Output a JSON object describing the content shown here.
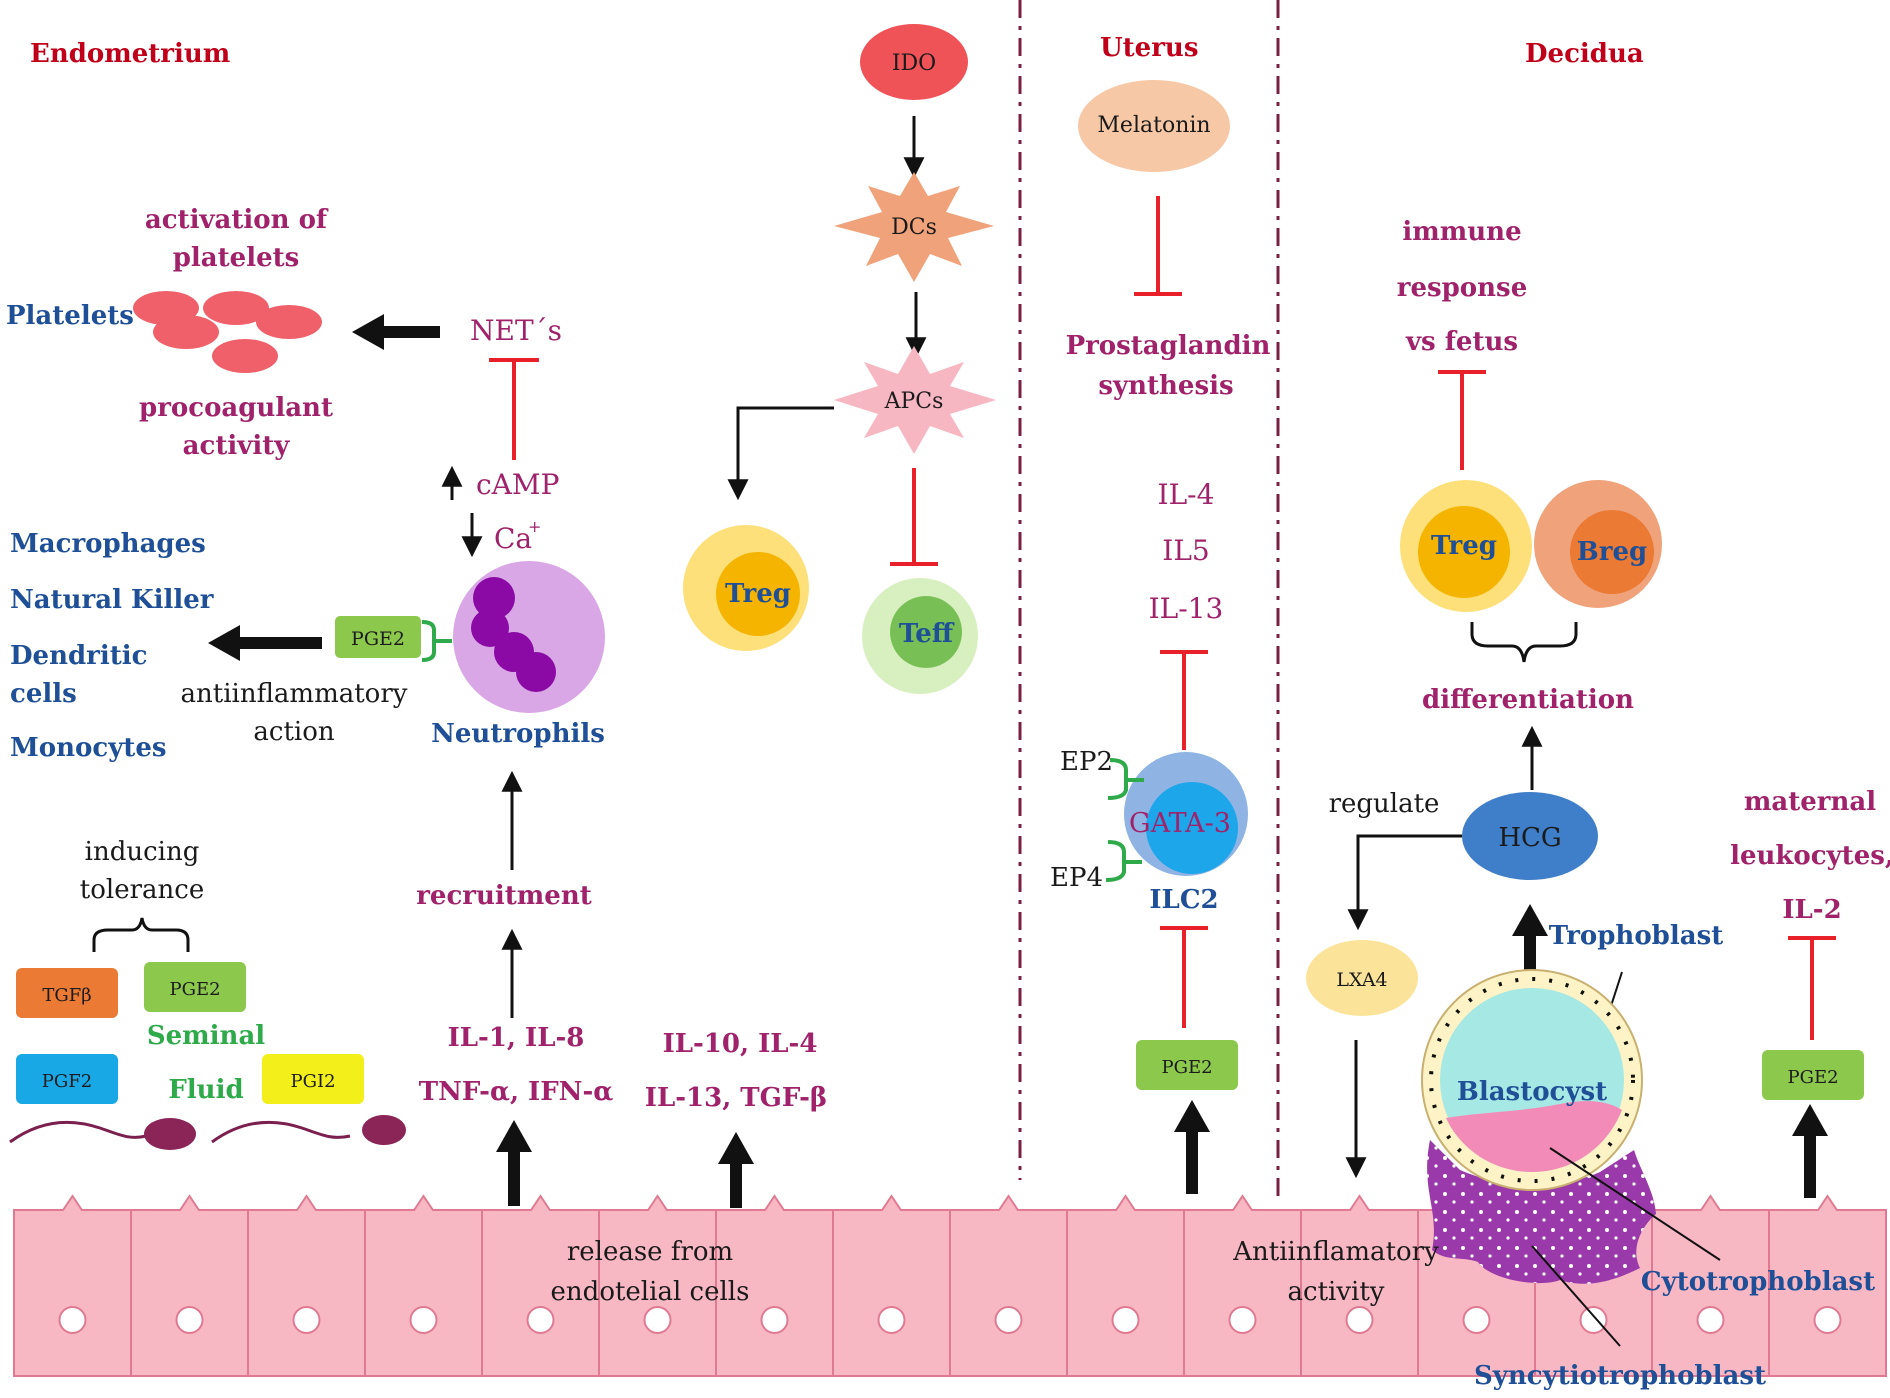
{
  "sections": {
    "endometrium": "Endometrium",
    "uterus": "Uterus",
    "decidua": "Decidua"
  },
  "endometrium": {
    "platelets_label": "Platelets",
    "activation_line1": "activation of",
    "activation_line2": "platelets",
    "procoagulant_line1": "procoagulant",
    "procoagulant_line2": "activity",
    "nets": "NET´s",
    "camp": "cAMP",
    "ca": "Ca",
    "ca_sup": "+",
    "cells": [
      "Macrophages",
      "Natural Killer",
      "Dendritic",
      "cells",
      "Monocytes"
    ],
    "pge2": "PGE2",
    "anti_line1": "antiinflammatory",
    "anti_line2": "action",
    "neutrophils": "Neutrophils",
    "recruitment": "recruitment",
    "cyto_line1": "IL-1, IL-8",
    "cyto_line2": "TNF-α, IFN-α",
    "inducing_line1": "inducing",
    "inducing_line2": "tolerance",
    "tgfb": "TGFβ",
    "pge2_box": "PGE2",
    "pgf2": "PGF2",
    "pgi2": "PGI2",
    "seminal": "Seminal",
    "fluid": "Fluid",
    "release_line1": "release from",
    "release_line2": "endotelial cells",
    "il10_line1": "IL-10, IL-4",
    "il10_line2": "IL-13, TGF-β",
    "ido": "IDO",
    "dcs": "DCs",
    "apcs": "APCs",
    "treg": "Treg",
    "teff": "Teff"
  },
  "uterus": {
    "melatonin": "Melatonin",
    "prosta_line1": "Prostaglandin",
    "prosta_line2": "synthesis",
    "il4": "IL-4",
    "il5": "IL5",
    "il13": "IL-13",
    "ep2": "EP2",
    "ep4": "EP4",
    "gata3": "GATA-3",
    "ilc2": "ILC2",
    "pge2": "PGE2"
  },
  "decidua": {
    "immune_line1": "immune",
    "immune_line2": "response",
    "immune_line3": "vs fetus",
    "treg": "Treg",
    "breg": "Breg",
    "differentiation": "differentiation",
    "regulate": "regulate",
    "hcg": "HCG",
    "lxa4": "LXA4",
    "trophoblast": "Trophoblast",
    "blastocyst": "Blastocyst",
    "cytotrophoblast": "Cytotrophoblast",
    "syncytiotrophoblast": "Syncytiotrophoblast",
    "anti_line1": "Antiinflamatory",
    "anti_line2": "activity",
    "maternal_line1": "maternal",
    "maternal_line2": "leukocytes,",
    "maternal_line3": "IL-2",
    "pge2": "PGE2"
  },
  "colors": {
    "section_title": "#c0001a",
    "plum_text": "#a0226a",
    "blue_text": "#1f4f96",
    "inhibit": "#e8202a",
    "epithelium": "#f7b8c4",
    "pge2_box": "#8cc84b"
  }
}
